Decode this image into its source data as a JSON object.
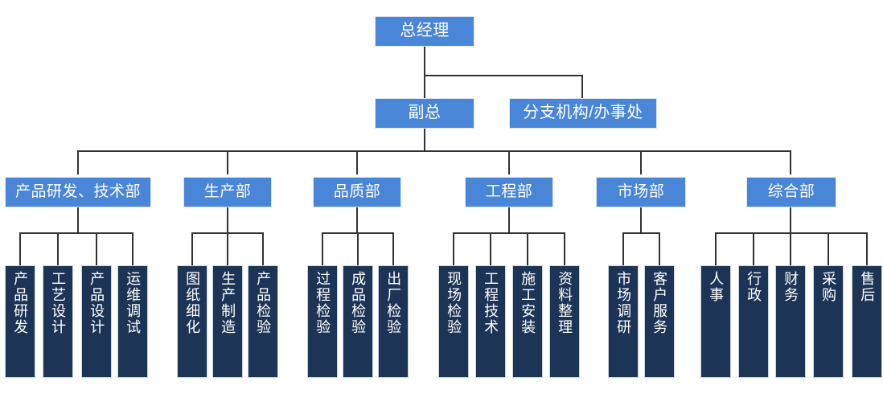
{
  "chart": {
    "type": "org-chart",
    "title_text": "",
    "colors": {
      "level_box_fill": "#4a86d8",
      "leaf_box_fill": "#1c3557",
      "connector": "#333333",
      "box_border": "#dce6f2",
      "text": "#ffffff",
      "background": "#ffffff"
    }
  },
  "top": {
    "general_manager": "总经理"
  },
  "level_two": {
    "vice_president": "副总",
    "branch_office": "分支机构/办事处"
  },
  "departments": [
    {
      "label": "产品研发、技术部",
      "children": [
        "产品研发",
        "工艺设计",
        "产品设计",
        "运维调试"
      ]
    },
    {
      "label": "生产部",
      "children": [
        "图纸细化",
        "生产制造",
        "产品检验"
      ]
    },
    {
      "label": "品质部",
      "children": [
        "过程检验",
        "成品检验",
        "出厂检验"
      ]
    },
    {
      "label": "工程部",
      "children": [
        "现场检验",
        "工程技术",
        "施工安装",
        "资料整理"
      ]
    },
    {
      "label": "市场部",
      "children": [
        "市场调研",
        "客户服务"
      ]
    },
    {
      "label": "综合部",
      "children": [
        "人事",
        "行政",
        "财务",
        "采购",
        "售后"
      ]
    }
  ]
}
